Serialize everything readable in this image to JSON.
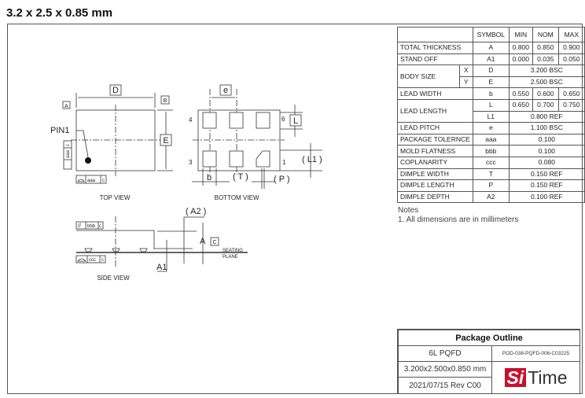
{
  "title": "3.2 x 2.5 x 0.85 mm",
  "drawing": {
    "top_view": {
      "label": "TOP VIEW",
      "D": "D",
      "E": "E",
      "A": "A",
      "B": "B",
      "pin1": "PIN1",
      "aaa": "aaa",
      "c": "c"
    },
    "bottom_view": {
      "label": "BOTTOM VIEW",
      "e": "e",
      "L": "L",
      "L1": "( L1 )",
      "b": "b",
      "T": "( T )",
      "P": "( P )",
      "pin4": "4",
      "pin3": "3",
      "pin6": "6",
      "pin1": "1"
    },
    "side_view": {
      "label": "SIDE VIEW",
      "bbb": "bbb",
      "ccc": "ccc",
      "c": "c",
      "A2": "( A2 )",
      "A": "A",
      "A1": "A1",
      "C": "C",
      "seating": "SEATING",
      "plane": "PLANE"
    }
  },
  "table": {
    "headers": [
      "",
      "SYMBOL",
      "MIN",
      "NOM",
      "MAX"
    ],
    "rows": [
      {
        "label": "TOTAL THICKNESS",
        "symbol": "A",
        "min": "0.800",
        "nom": "0.850",
        "max": "0.900"
      },
      {
        "label": "STAND OFF",
        "symbol": "A1",
        "min": "0.000",
        "nom": "0.035",
        "max": "0.050"
      },
      {
        "label": "BODY SIZE",
        "sub": "X",
        "symbol": "D",
        "value": "3.200 BSC"
      },
      {
        "sub": "Y",
        "symbol": "E",
        "value": "2.500 BSC"
      },
      {
        "label": "LEAD WIDTH",
        "symbol": "b",
        "min": "0.550",
        "nom": "0.600",
        "max": "0.650"
      },
      {
        "label": "LEAD LENGTH",
        "symbol": "L",
        "min": "0.650",
        "nom": "0.700",
        "max": "0.750"
      },
      {
        "symbol": "L1",
        "value": "0.800 REF"
      },
      {
        "label": "LEAD PITCH",
        "symbol": "e",
        "value": "1.100 BSC"
      },
      {
        "label": "PACKAGE TOLERNCE",
        "symbol": "aaa",
        "value": "0.100"
      },
      {
        "label": "MOLD FLATNESS",
        "symbol": "bbb",
        "value": "0.100"
      },
      {
        "label": "COPLANARITY",
        "symbol": "ccc",
        "value": "0.080"
      },
      {
        "label": "DIMPLE WIDTH",
        "symbol": "T",
        "value": "0.150 REF"
      },
      {
        "label": "DIMPLE LENGTH",
        "symbol": "P",
        "value": "0.150 REF"
      },
      {
        "label": "DIMPLE DEPTH",
        "symbol": "A2",
        "value": "0.100 REF"
      }
    ]
  },
  "notes": {
    "heading": "Notes",
    "items": [
      "1. All dimensions are in millimeters"
    ]
  },
  "title_block": {
    "heading": "Package Outline",
    "package": "6L PQFD",
    "doc_number": "POD-038-PQFD-006-C03225",
    "size": "3.200x2.500x0.850 mm",
    "date_rev": "2021/07/15  Rev C00",
    "logo_si": "Si",
    "logo_time": "Time",
    "brand_color": "#c8102e"
  }
}
